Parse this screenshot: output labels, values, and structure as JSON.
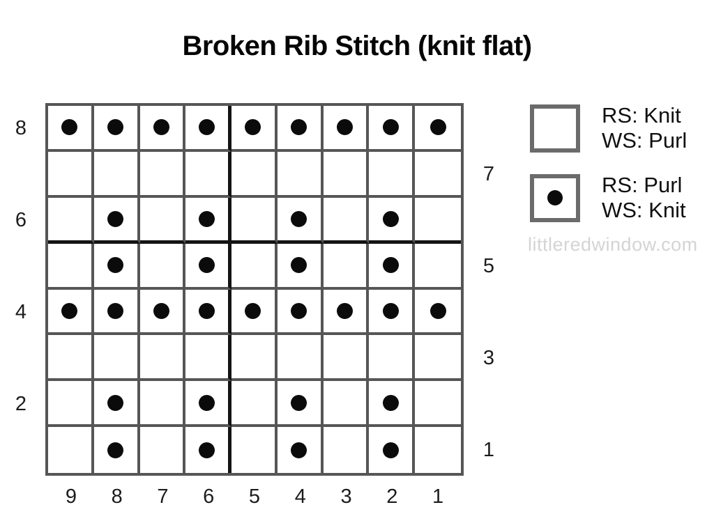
{
  "title": "Broken Rib Stitch (knit flat)",
  "watermark": "littleredwindow.com",
  "legend": {
    "items": [
      {
        "symbol": "empty-square",
        "line1": "RS: Knit",
        "line2": "WS: Purl"
      },
      {
        "symbol": "dot-square",
        "line1": "RS: Purl",
        "line2": "WS: Knit"
      }
    ]
  },
  "chart_data": {
    "type": "heatmap",
    "chart_kind": "knitting-stitch-chart",
    "title": "Broken Rib Stitch (knit flat)",
    "columns": [
      "9",
      "8",
      "7",
      "6",
      "5",
      "4",
      "3",
      "2",
      "1"
    ],
    "rows": [
      {
        "label": "8",
        "label_side": "left",
        "cells": [
          1,
          1,
          1,
          1,
          1,
          1,
          1,
          1,
          1
        ]
      },
      {
        "label": "7",
        "label_side": "right",
        "cells": [
          0,
          0,
          0,
          0,
          0,
          0,
          0,
          0,
          0
        ]
      },
      {
        "label": "6",
        "label_side": "left",
        "cells": [
          0,
          1,
          0,
          1,
          0,
          1,
          0,
          1,
          0
        ]
      },
      {
        "label": "5",
        "label_side": "right",
        "cells": [
          0,
          1,
          0,
          1,
          0,
          1,
          0,
          1,
          0
        ]
      },
      {
        "label": "4",
        "label_side": "left",
        "cells": [
          1,
          1,
          1,
          1,
          1,
          1,
          1,
          1,
          1
        ]
      },
      {
        "label": "3",
        "label_side": "right",
        "cells": [
          0,
          0,
          0,
          0,
          0,
          0,
          0,
          0,
          0
        ]
      },
      {
        "label": "2",
        "label_side": "left",
        "cells": [
          0,
          1,
          0,
          1,
          0,
          1,
          0,
          1,
          0
        ]
      },
      {
        "label": "1",
        "label_side": "right",
        "cells": [
          0,
          1,
          0,
          1,
          0,
          1,
          0,
          1,
          0
        ]
      }
    ],
    "cell_symbols": {
      "0": "empty = RS: Knit, WS: Purl",
      "1": "dot = RS: Purl, WS: Knit"
    },
    "bold_divider_after_display_col": 4,
    "bold_divider_after_display_row": 3,
    "legend_position": "right",
    "grid_on": true,
    "colors": {
      "grid_line": "#565656",
      "bold_line": "#141414",
      "dot": "#0b0b0b",
      "label_text": "#1c1c1c",
      "legend_border": "#6b6b6b",
      "watermark": "#d4d4d4",
      "background": "#ffffff"
    }
  }
}
